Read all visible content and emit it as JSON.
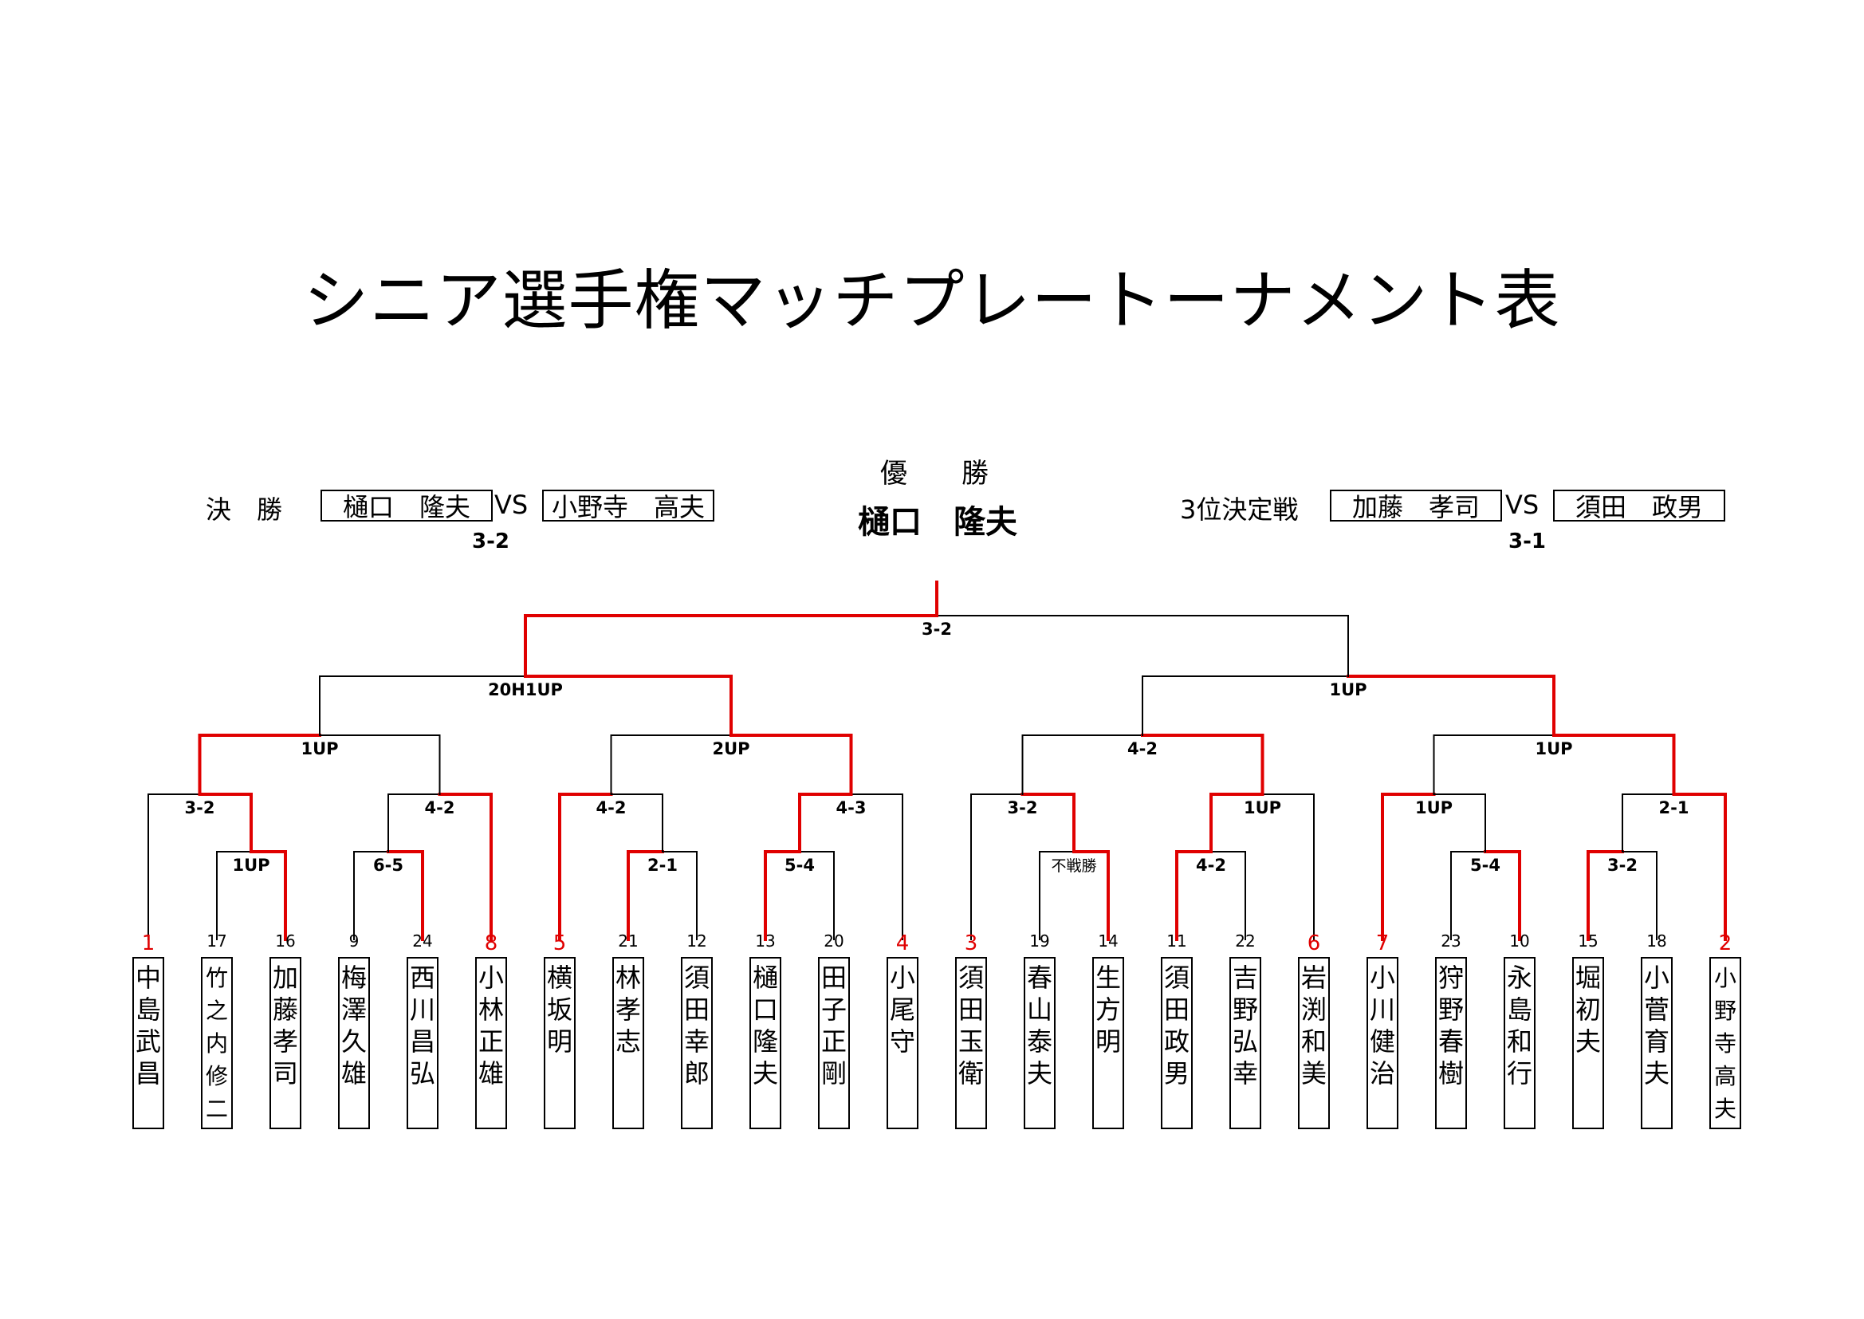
{
  "title": "シニア選手権マッチプレートーナメント表",
  "final": {
    "label": "決　勝",
    "player1": "樋口　隆夫",
    "vs": "VS",
    "player2": "小野寺　高夫",
    "score": "3-2"
  },
  "third": {
    "label": "3位決定戦",
    "player1": "加藤　孝司",
    "vs": "VS",
    "player2": "須田　政男",
    "score": "3-1"
  },
  "champion": {
    "label": "優　　勝",
    "name": "樋口　隆夫"
  },
  "colors": {
    "win": "#e00000",
    "line": "#000000",
    "seed": "#e00000"
  },
  "players": [
    {
      "seed": "1",
      "name": "中島武昌",
      "seeded": true
    },
    {
      "seed": "17",
      "name": "竹之内修二",
      "seeded": false
    },
    {
      "seed": "16",
      "name": "加藤孝司",
      "seeded": false
    },
    {
      "seed": "9",
      "name": "梅澤久雄",
      "seeded": false
    },
    {
      "seed": "24",
      "name": "西川昌弘",
      "seeded": false
    },
    {
      "seed": "8",
      "name": "小林正雄",
      "seeded": true
    },
    {
      "seed": "5",
      "name": "横坂　明",
      "seeded": true
    },
    {
      "seed": "21",
      "name": "林　孝志",
      "seeded": false
    },
    {
      "seed": "12",
      "name": "須田幸郎",
      "seeded": false
    },
    {
      "seed": "13",
      "name": "樋口隆夫",
      "seeded": false
    },
    {
      "seed": "20",
      "name": "田子正剛",
      "seeded": false
    },
    {
      "seed": "4",
      "name": "小尾　守",
      "seeded": true
    },
    {
      "seed": "3",
      "name": "須田玉衛",
      "seeded": true
    },
    {
      "seed": "19",
      "name": "春山泰夫",
      "seeded": false
    },
    {
      "seed": "14",
      "name": "生方　明",
      "seeded": false
    },
    {
      "seed": "11",
      "name": "須田政男",
      "seeded": false
    },
    {
      "seed": "22",
      "name": "吉野弘幸",
      "seeded": false
    },
    {
      "seed": "6",
      "name": "岩渕和美",
      "seeded": true
    },
    {
      "seed": "7",
      "name": "小川健治",
      "seeded": true
    },
    {
      "seed": "23",
      "name": "狩野春樹",
      "seeded": false
    },
    {
      "seed": "10",
      "name": "永島和行",
      "seeded": false
    },
    {
      "seed": "15",
      "name": "堀　初夫",
      "seeded": false
    },
    {
      "seed": "18",
      "name": "小菅育夫",
      "seeded": false
    },
    {
      "seed": "2",
      "name": "小野寺高夫",
      "seeded": true
    }
  ],
  "matches": [
    {
      "id": "r1a",
      "children": [
        1,
        2
      ],
      "winner": 1,
      "score": "1UP"
    },
    {
      "id": "r1b",
      "children": [
        3,
        4
      ],
      "winner": 1,
      "score": "6-5"
    },
    {
      "id": "r1c",
      "children": [
        7,
        8
      ],
      "winner": 0,
      "score": "2-1"
    },
    {
      "id": "r1d",
      "children": [
        9,
        10
      ],
      "winner": 0,
      "score": "5-4"
    },
    {
      "id": "r1e",
      "children": [
        13,
        14
      ],
      "winner": 1,
      "score": "不戦勝"
    },
    {
      "id": "r1f",
      "children": [
        15,
        16
      ],
      "winner": 0,
      "score": "4-2"
    },
    {
      "id": "r1g",
      "children": [
        19,
        20
      ],
      "winner": 1,
      "score": "5-4"
    },
    {
      "id": "r1h",
      "children": [
        21,
        22
      ],
      "winner": 0,
      "score": "3-2"
    },
    {
      "id": "r2a",
      "children": [
        0,
        "r1a"
      ],
      "winner": 1,
      "score": "3-2"
    },
    {
      "id": "r2b",
      "children": [
        "r1b",
        5
      ],
      "winner": 1,
      "score": "4-2"
    },
    {
      "id": "r2c",
      "children": [
        6,
        "r1c"
      ],
      "winner": 0,
      "score": "4-2"
    },
    {
      "id": "r2d",
      "children": [
        "r1d",
        11
      ],
      "winner": 0,
      "score": "4-3"
    },
    {
      "id": "r2e",
      "children": [
        12,
        "r1e"
      ],
      "winner": 1,
      "score": "3-2"
    },
    {
      "id": "r2f",
      "children": [
        "r1f",
        17
      ],
      "winner": 0,
      "score": "1UP"
    },
    {
      "id": "r2g",
      "children": [
        18,
        "r1g"
      ],
      "winner": 0,
      "score": "1UP"
    },
    {
      "id": "r2h",
      "children": [
        "r1h",
        23
      ],
      "winner": 1,
      "score": "2-1"
    },
    {
      "id": "r3a",
      "children": [
        "r2a",
        "r2b"
      ],
      "winner": 0,
      "score": "1UP"
    },
    {
      "id": "r3b",
      "children": [
        "r2c",
        "r2d"
      ],
      "winner": 1,
      "score": "2UP"
    },
    {
      "id": "r3c",
      "children": [
        "r2e",
        "r2f"
      ],
      "winner": 1,
      "score": "4-2"
    },
    {
      "id": "r3d",
      "children": [
        "r2g",
        "r2h"
      ],
      "winner": 1,
      "score": "1UP"
    },
    {
      "id": "sfa",
      "children": [
        "r3a",
        "r3b"
      ],
      "winner": 1,
      "score": "20H1UP"
    },
    {
      "id": "sfb",
      "children": [
        "r3c",
        "r3d"
      ],
      "winner": 1,
      "score": "1UP"
    },
    {
      "id": "fin",
      "children": [
        "sfa",
        "sfb"
      ],
      "winner": 0,
      "score": "3-2"
    }
  ]
}
